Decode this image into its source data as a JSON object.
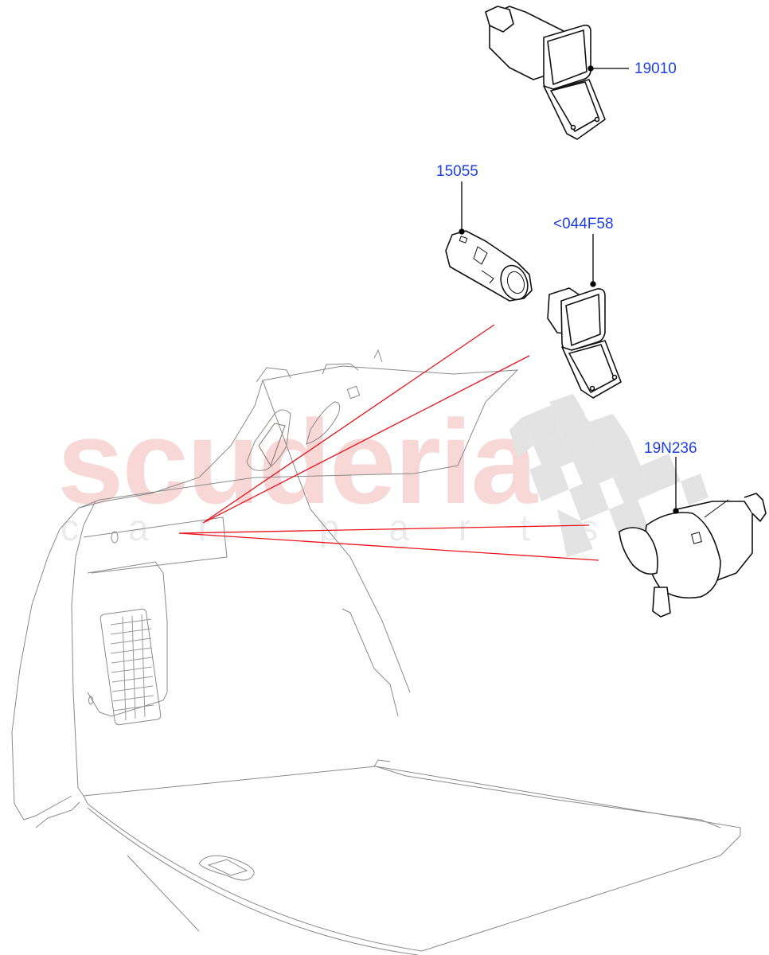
{
  "diagram": {
    "type": "exploded parts diagram",
    "subject": "Luggage compartment with power socket components",
    "watermark": {
      "main_text": "scuderia",
      "sub_text": "car parts",
      "main_color": "#f8d7d7",
      "sub_color": "#ebebeb",
      "checker_color": "#e2e2e2"
    },
    "colors": {
      "label": "#1f3fe6",
      "leader": "#000000",
      "pointer_lines": "#e8141a",
      "outline_light": "#8c8c8c",
      "outline_dark": "#111111"
    },
    "callouts": [
      {
        "id": "c1",
        "label": "19010",
        "part": "power socket with hinged cap (top)"
      },
      {
        "id": "c2",
        "label": "15055",
        "part": "socket body / cigar lighter receptacle"
      },
      {
        "id": "c3",
        "label": "<044F58",
        "part": "power socket with hinged cap"
      },
      {
        "id": "c4",
        "label": "19N236",
        "part": "auxiliary power socket with cap"
      }
    ]
  }
}
